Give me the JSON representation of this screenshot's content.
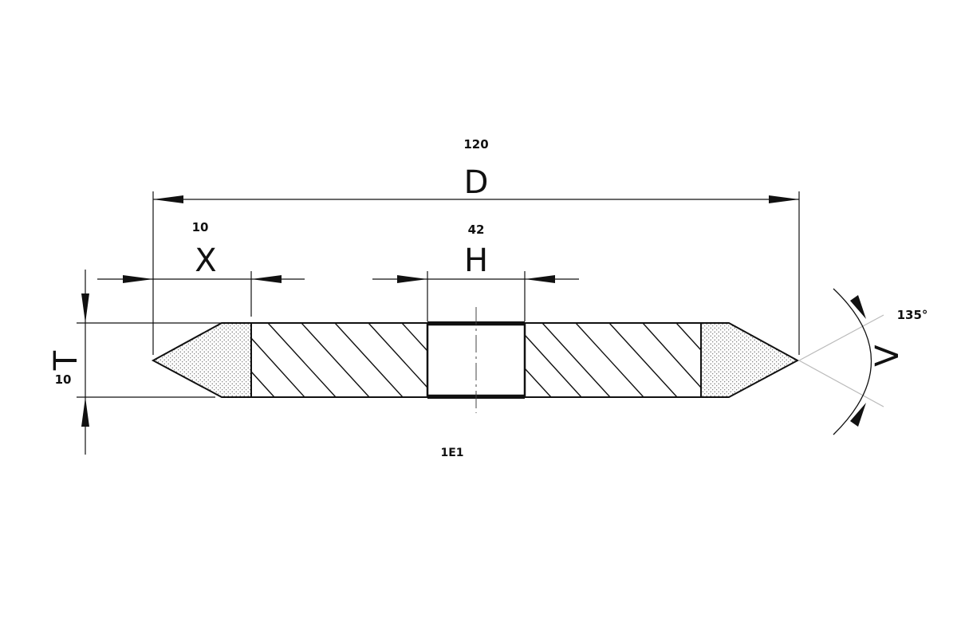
{
  "drawing": {
    "profile": "1E1",
    "angle": "135°",
    "diameter": {
      "symbol": "D",
      "value": "120"
    },
    "hole": {
      "symbol": "H",
      "value": "42"
    },
    "abrasive_depth": {
      "symbol": "X",
      "value": "10"
    },
    "thickness": {
      "symbol": "T",
      "value": "10"
    },
    "angle_symbol": "V"
  }
}
